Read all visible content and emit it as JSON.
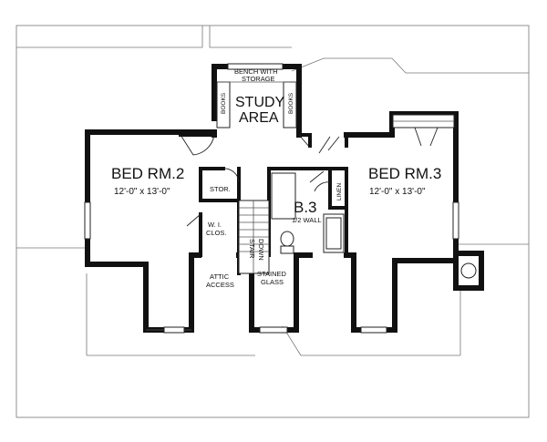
{
  "rooms": {
    "bed2": {
      "name": "BED RM.2",
      "size": "12'-0\" x 13'-0\""
    },
    "bed3": {
      "name": "BED RM.3",
      "size": "12'-0\" x 13'-0\""
    },
    "study": {
      "line1": "STUDY",
      "line2": "AREA"
    },
    "bench": {
      "line1": "BENCH WITH",
      "line2": "STORAGE"
    },
    "books_left": "BOOKS",
    "books_right": "BOOKS",
    "stor": "STOR.",
    "wiclos": {
      "line1": "W. I.",
      "line2": "CLOS."
    },
    "stair": {
      "line1": "STAIR",
      "line2": "DOWN"
    },
    "bath": {
      "name": "B.3",
      "note": "1/2 WALL"
    },
    "linen": "LINEN",
    "attic": {
      "line1": "ATTIC",
      "line2": "ACCESS"
    },
    "glass": {
      "line1": "STAINED",
      "line2": "GLASS"
    }
  }
}
